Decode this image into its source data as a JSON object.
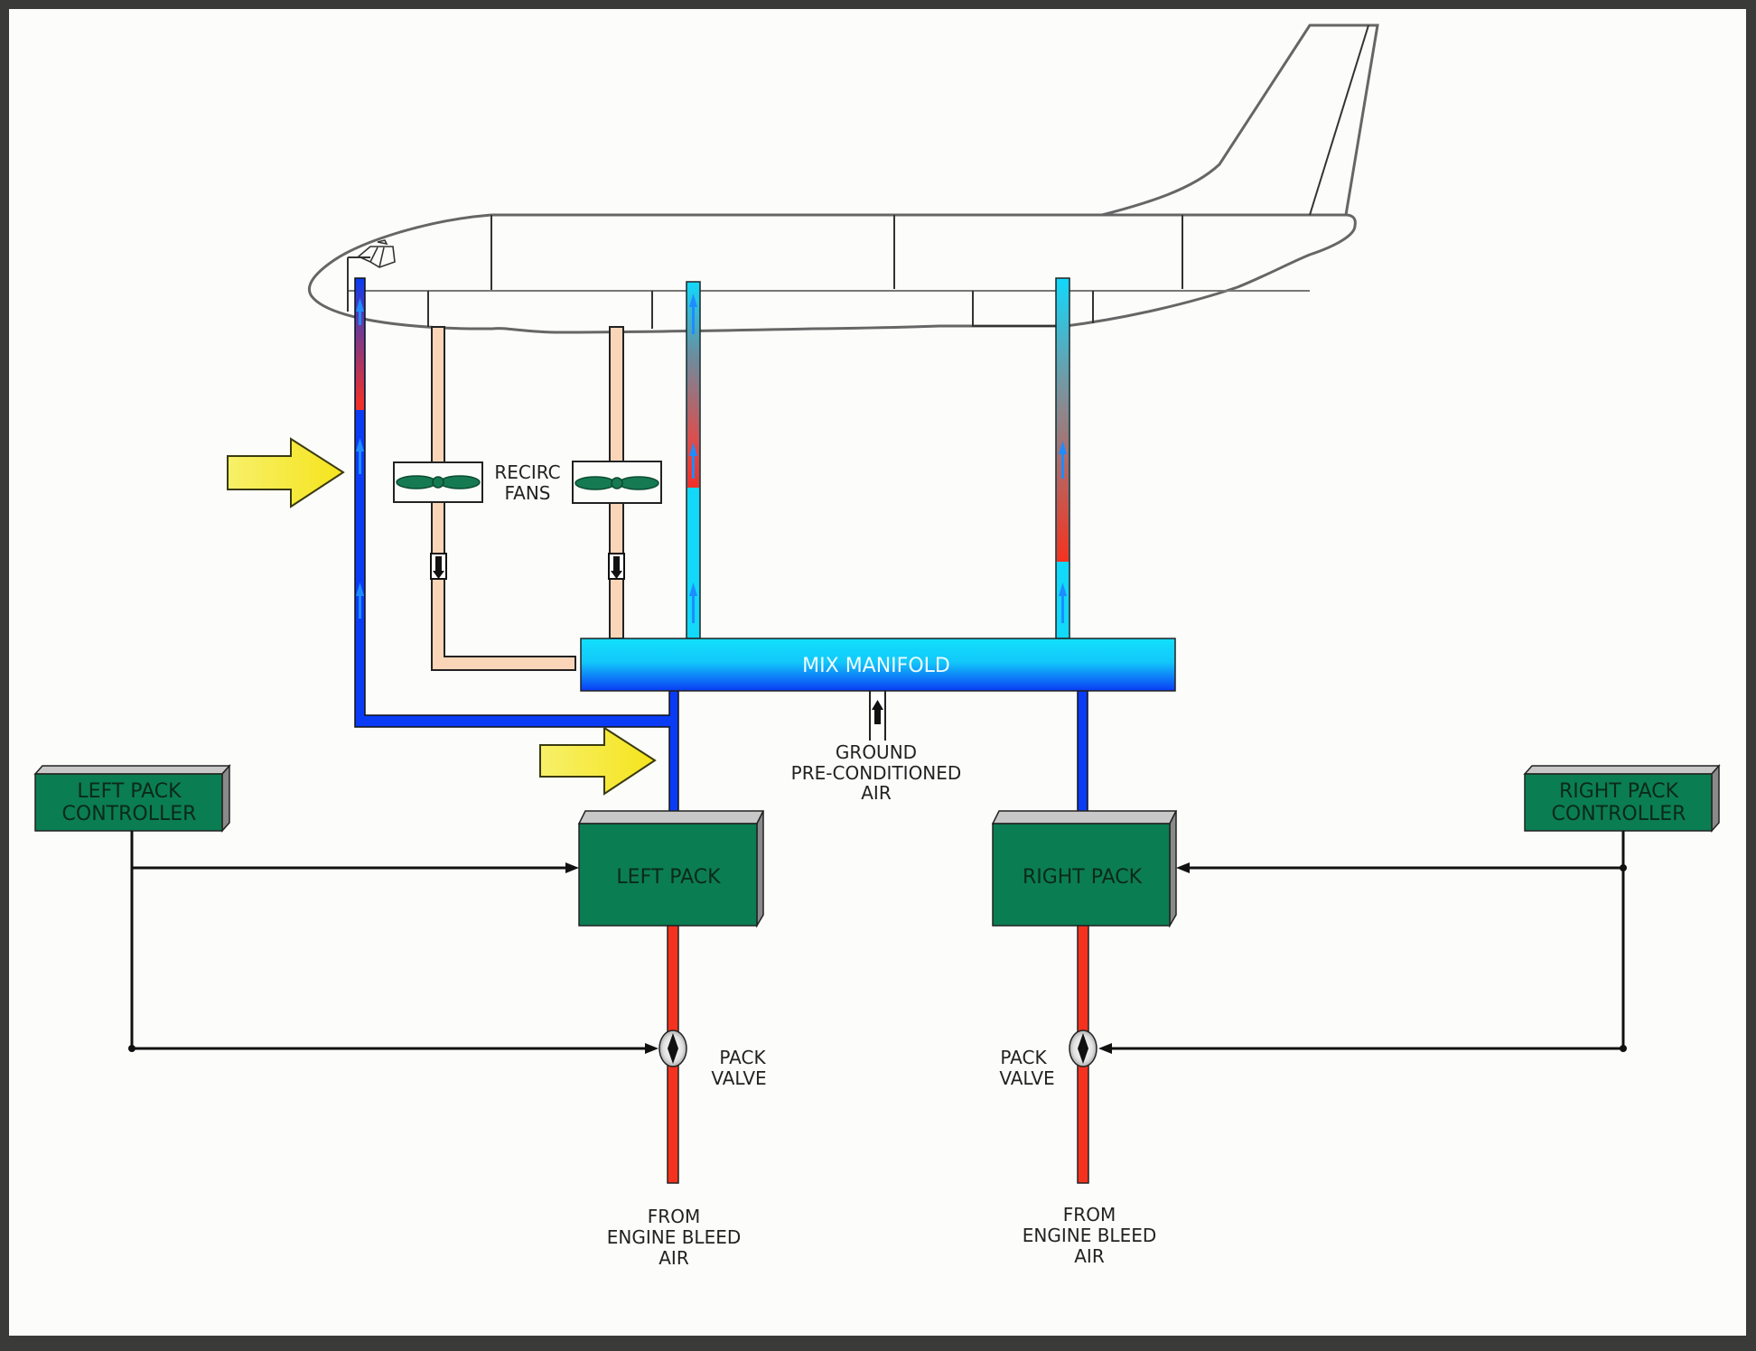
{
  "diagram": {
    "title": "Air Conditioning Pack Distribution",
    "colors": {
      "background": "#fcfdfb",
      "frame": "#3a3b39",
      "cold_air": "#0a3cf5",
      "conditioned_air": "#12d8fa",
      "hot_bleed_air": "#f5321e",
      "recirc_air": "#fbd5b8",
      "component_green": "#0b7d52",
      "highlight_arrow": "#f5ea2a",
      "aircraft_outline": "#666666"
    },
    "labels": {
      "recirc_fans": [
        "RECIRC",
        "FANS"
      ],
      "mix_manifold": "MIX MANIFOLD",
      "ground_air": [
        "GROUND",
        "PRE-CONDITIONED",
        "AIR"
      ],
      "left_pack_controller": [
        "LEFT PACK",
        "CONTROLLER"
      ],
      "right_pack_controller": [
        "RIGHT PACK",
        "CONTROLLER"
      ],
      "left_pack": "LEFT PACK",
      "right_pack": "RIGHT PACK",
      "left_pack_valve": [
        "PACK",
        "VALVE"
      ],
      "right_pack_valve": [
        "PACK",
        "VALVE"
      ],
      "left_bleed_source": [
        "FROM",
        "ENGINE BLEED",
        "AIR"
      ],
      "right_bleed_source": [
        "FROM",
        "ENGINE BLEED",
        "AIR"
      ]
    },
    "components": [
      {
        "id": "left-pack-controller",
        "type": "controller"
      },
      {
        "id": "right-pack-controller",
        "type": "controller"
      },
      {
        "id": "left-pack",
        "type": "pack"
      },
      {
        "id": "right-pack",
        "type": "pack"
      },
      {
        "id": "mix-manifold",
        "type": "manifold"
      },
      {
        "id": "recirc-fan-1",
        "type": "fan"
      },
      {
        "id": "recirc-fan-2",
        "type": "fan"
      },
      {
        "id": "left-pack-valve",
        "type": "valve"
      },
      {
        "id": "right-pack-valve",
        "type": "valve"
      }
    ],
    "highlight_arrows": [
      "flight-deck-supply-duct",
      "left-pack-outlet-duct"
    ]
  }
}
